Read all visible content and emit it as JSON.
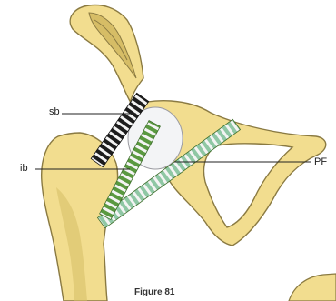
{
  "labels": {
    "sb": "sb",
    "ib": "ib",
    "pf": "PF"
  },
  "caption": "Figure 81",
  "colors": {
    "bone_fill": "#f2dd8f",
    "bone_outline": "#8a7a42",
    "bone_shadow": "#d6bd66",
    "glenoid_fill": "#f3f4f6",
    "band_black": "#1d1d1d",
    "band_green": "#5a9940",
    "band_stripe": "#f4f4f4"
  }
}
